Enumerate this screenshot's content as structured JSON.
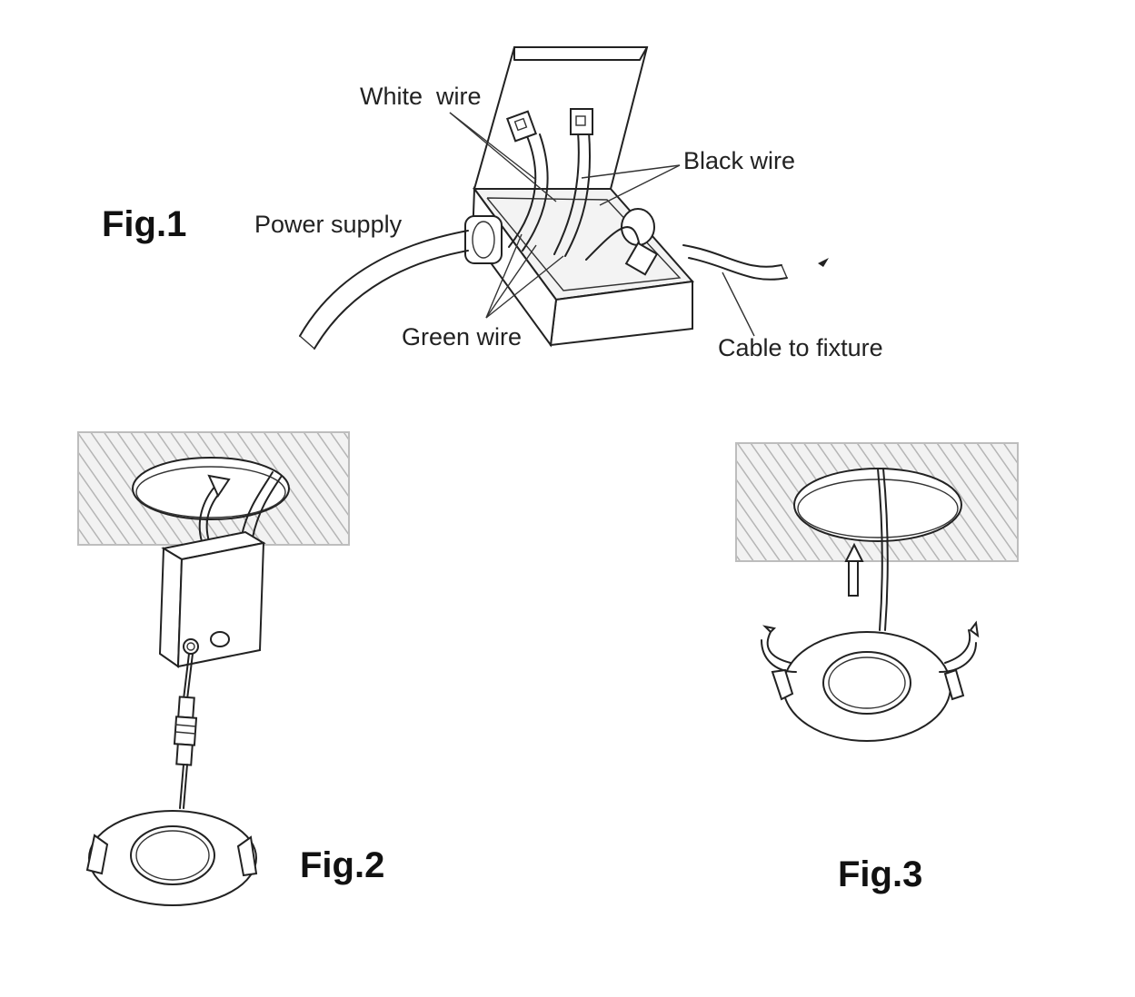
{
  "fig1": {
    "title": "Fig.1",
    "labels": {
      "white_wire": "White  wire",
      "black_wire": "Black wire",
      "power_supply": "Power supply",
      "green_wire": "Green wire",
      "cable_to_fixture": "Cable to fixture"
    }
  },
  "fig2": {
    "title": "Fig.2"
  },
  "fig3": {
    "title": "Fig.3"
  }
}
